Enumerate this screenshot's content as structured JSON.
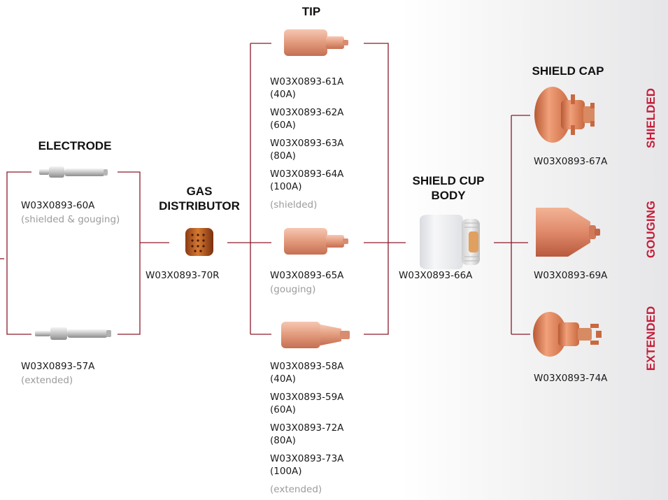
{
  "headings": {
    "electrode": "ELECTRODE",
    "gas_distributor": "GAS\nDISTRIBUTOR",
    "tip": "TIP",
    "shield_cup_body": "SHIELD CUP\nBODY",
    "shield_cap": "SHIELD CAP"
  },
  "electrode": {
    "shielded_part": "W03X0893-60A",
    "shielded_note": "(shielded & gouging)",
    "extended_part": "W03X0893-57A",
    "extended_note": "(extended)"
  },
  "gas_distributor": {
    "part": "W03X0893-70R"
  },
  "tip": {
    "shielded_lines": [
      "W03X0893-61A",
      "(40A)",
      "W03X0893-62A",
      "(60A)",
      "W03X0893-63A",
      "(80A)",
      "W03X0893-64A",
      "(100A)"
    ],
    "shielded_note": "(shielded)",
    "gouging_part": "W03X0893-65A",
    "gouging_note": "(gouging)",
    "extended_lines": [
      "W03X0893-58A",
      "(40A)",
      "W03X0893-59A",
      "(60A)",
      "W03X0893-72A",
      "(80A)",
      "W03X0893-73A",
      "(100A)"
    ],
    "extended_note": "(extended)"
  },
  "shield_cup_body": {
    "part": "W03X0893-66A"
  },
  "shield_cap": {
    "shielded_part": "W03X0893-67A",
    "gouging_part": "W03X0893-69A",
    "extended_part": "W03X0893-74A"
  },
  "side_labels": {
    "shielded": "SHIELDED",
    "gouging": "GOUGING",
    "extended": "EXTENDED"
  },
  "colors": {
    "connector": "#8a1a2b",
    "accent": "#c41e3a",
    "copper": "#d9856a"
  }
}
